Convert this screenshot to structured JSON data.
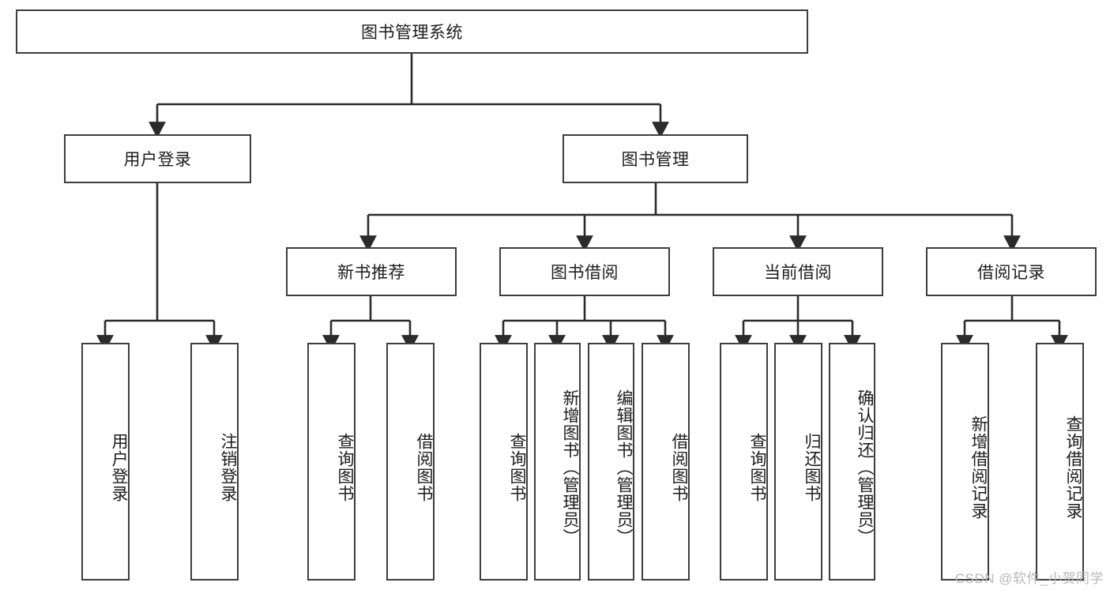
{
  "diagram": {
    "type": "tree",
    "title": "图书管理系统",
    "watermark": "CSDN @软件_小贺同学",
    "style": {
      "border_color": "#3d3d3d",
      "background": "#ffffff",
      "text_color": "#1c1c1c",
      "watermark_color": "#b9b9b9"
    },
    "root": {
      "label": "图书管理系统"
    },
    "level2": [
      {
        "label": "用户登录"
      },
      {
        "label": "图书管理"
      }
    ],
    "level3": [
      {
        "label": "新书推荐"
      },
      {
        "label": "图书借阅"
      },
      {
        "label": "当前借阅"
      },
      {
        "label": "借阅记录"
      }
    ],
    "leaves": {
      "user_login": [
        {
          "label": "用户登录"
        },
        {
          "label": "注销登录"
        }
      ],
      "new_book_recommend": [
        {
          "label": "查询图书"
        },
        {
          "label": "借阅图书"
        }
      ],
      "book_borrow": [
        {
          "label": "查询图书"
        },
        {
          "label": "新增图书（管理员）"
        },
        {
          "label": "编辑图书（管理员）"
        },
        {
          "label": "借阅图书"
        }
      ],
      "current_borrow": [
        {
          "label": "查询图书"
        },
        {
          "label": "归还图书"
        },
        {
          "label": "确认归还（管理员）"
        }
      ],
      "borrow_record": [
        {
          "label": "新增借阅记录"
        },
        {
          "label": "查询借阅记录"
        }
      ]
    }
  }
}
